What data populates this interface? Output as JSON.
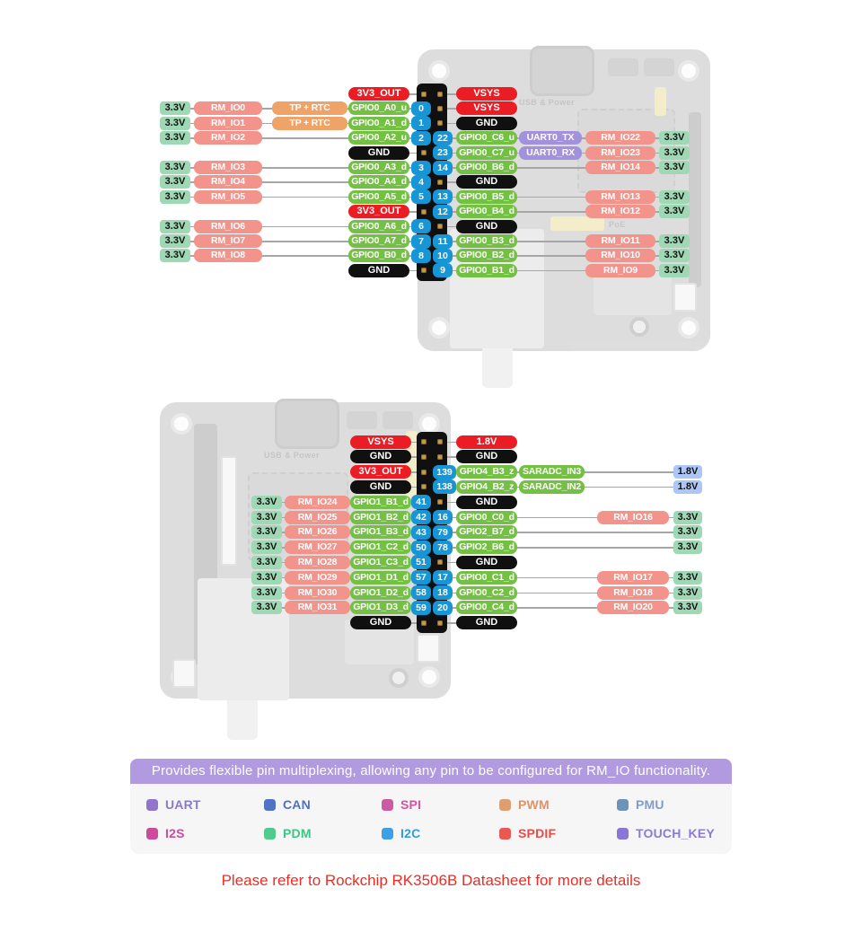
{
  "banner": {
    "text": "Provides flexible pin multiplexing, allowing any pin to be configured for RM_IO functionality.",
    "bg": "#b29ae0"
  },
  "footer": {
    "text": "Please refer to Rockchip RK3506B Datasheet for more details",
    "color": "#ed2d24"
  },
  "board_labels": {
    "usb_power": "USB & Power",
    "poe": "PoE"
  },
  "palette": {
    "v33": {
      "bg": "#9fd8b4",
      "fg": "#111111"
    },
    "v18": {
      "bg": "#adc6f6",
      "fg": "#111111"
    },
    "rmio": {
      "bg": "#f2948b",
      "fg": "#ffffff"
    },
    "gpio": {
      "bg": "#74c044",
      "fg": "#ffffff"
    },
    "pwr": {
      "bg": "#ec1c24",
      "fg": "#ffffff"
    },
    "gnd": {
      "bg": "#101010",
      "fg": "#ffffff"
    },
    "uart": {
      "bg": "#a292dc",
      "fg": "#ffffff"
    },
    "tprtc": {
      "bg": "#f0a368",
      "fg": "#ffffff"
    },
    "adc": {
      "bg": "#74c044",
      "fg": "#ffffff"
    },
    "badge": {
      "bg": "#1895d5",
      "fg": "#ffffff"
    },
    "line": "#a6a6a6"
  },
  "legend": {
    "items": [
      {
        "label": "UART",
        "color": "#8f76cc",
        "text": "#8b7ac8"
      },
      {
        "label": "CAN",
        "color": "#5273c5",
        "text": "#4f6fc6"
      },
      {
        "label": "SPI",
        "color": "#cd5ba3",
        "text": "#d1569e"
      },
      {
        "label": "PWM",
        "color": "#dd9f72",
        "text": "#dd9268"
      },
      {
        "label": "PMU",
        "color": "#6c93b9",
        "text": "#7f9cc9"
      },
      {
        "label": "I2S",
        "color": "#cc4b9b",
        "text": "#ce4b9c"
      },
      {
        "label": "PDM",
        "color": "#4fcb8d",
        "text": "#3ec586"
      },
      {
        "label": "I2C",
        "color": "#3d9fe8",
        "text": "#2d9ce5"
      },
      {
        "label": "SPDIF",
        "color": "#ea5852",
        "text": "#e94b48"
      },
      {
        "label": "TOUCH_KEY",
        "color": "#8a76d8",
        "text": "#8d7ad6"
      }
    ]
  },
  "diagrams": {
    "top": [
      {
        "l": {
          "slot": [
            "pwr",
            "3V3_OUT"
          ]
        },
        "lp": "",
        "rp": "",
        "r": {
          "slot": [
            "pwr",
            "VSYS"
          ]
        }
      },
      {
        "l": {
          "volt": [
            "v33",
            "3.3V"
          ],
          "rmio": [
            "rmio",
            "RM_IO0"
          ],
          "func": [
            "tprtc",
            "TP + RTC"
          ],
          "slot": [
            "gpio",
            "GPIO0_A0_u"
          ]
        },
        "lp": "0",
        "rp": "",
        "r": {
          "slot": [
            "pwr",
            "VSYS"
          ]
        }
      },
      {
        "l": {
          "volt": [
            "v33",
            "3.3V"
          ],
          "rmio": [
            "rmio",
            "RM_IO1"
          ],
          "func": [
            "tprtc",
            "TP + RTC"
          ],
          "slot": [
            "gpio",
            "GPIO0_A1_d"
          ]
        },
        "lp": "1",
        "rp": "",
        "r": {
          "slot": [
            "gnd",
            "GND"
          ]
        }
      },
      {
        "l": {
          "volt": [
            "v33",
            "3.3V"
          ],
          "rmio": [
            "rmio",
            "RM_IO2"
          ],
          "slot": [
            "gpio",
            "GPIO0_A2_u"
          ]
        },
        "lp": "2",
        "rp": "22",
        "r": {
          "slot": [
            "gpio",
            "GPIO0_C6_u"
          ],
          "func": [
            "uart",
            "UART0_TX"
          ],
          "rmio": [
            "rmio",
            "RM_IO22"
          ],
          "volt": [
            "v33",
            "3.3V"
          ]
        }
      },
      {
        "l": {
          "slot": [
            "gnd",
            "GND"
          ]
        },
        "lp": "",
        "rp": "23",
        "r": {
          "slot": [
            "gpio",
            "GPIO0_C7_u"
          ],
          "func": [
            "uart",
            "UART0_RX"
          ],
          "rmio": [
            "rmio",
            "RM_IO23"
          ],
          "volt": [
            "v33",
            "3.3V"
          ]
        }
      },
      {
        "l": {
          "volt": [
            "v33",
            "3.3V"
          ],
          "rmio": [
            "rmio",
            "RM_IO3"
          ],
          "slot": [
            "gpio",
            "GPIO0_A3_d"
          ]
        },
        "lp": "3",
        "rp": "14",
        "r": {
          "slot": [
            "gpio",
            "GPIO0_B6_d"
          ],
          "rmio": [
            "rmio",
            "RM_IO14"
          ],
          "volt": [
            "v33",
            "3.3V"
          ]
        }
      },
      {
        "l": {
          "volt": [
            "v33",
            "3.3V"
          ],
          "rmio": [
            "rmio",
            "RM_IO4"
          ],
          "slot": [
            "gpio",
            "GPIO0_A4_d"
          ]
        },
        "lp": "4",
        "rp": "",
        "r": {
          "slot": [
            "gnd",
            "GND"
          ]
        }
      },
      {
        "l": {
          "volt": [
            "v33",
            "3.3V"
          ],
          "rmio": [
            "rmio",
            "RM_IO5"
          ],
          "slot": [
            "gpio",
            "GPIO0_A5_d"
          ]
        },
        "lp": "5",
        "rp": "13",
        "r": {
          "slot": [
            "gpio",
            "GPIO0_B5_d"
          ],
          "rmio": [
            "rmio",
            "RM_IO13"
          ],
          "volt": [
            "v33",
            "3.3V"
          ]
        }
      },
      {
        "l": {
          "slot": [
            "pwr",
            "3V3_OUT"
          ]
        },
        "lp": "",
        "rp": "12",
        "r": {
          "slot": [
            "gpio",
            "GPIO0_B4_d"
          ],
          "rmio": [
            "rmio",
            "RM_IO12"
          ],
          "volt": [
            "v33",
            "3.3V"
          ]
        }
      },
      {
        "l": {
          "volt": [
            "v33",
            "3.3V"
          ],
          "rmio": [
            "rmio",
            "RM_IO6"
          ],
          "slot": [
            "gpio",
            "GPIO0_A6_d"
          ]
        },
        "lp": "6",
        "rp": "",
        "r": {
          "slot": [
            "gnd",
            "GND"
          ]
        }
      },
      {
        "l": {
          "volt": [
            "v33",
            "3.3V"
          ],
          "rmio": [
            "rmio",
            "RM_IO7"
          ],
          "slot": [
            "gpio",
            "GPIO0_A7_d"
          ]
        },
        "lp": "7",
        "rp": "11",
        "r": {
          "slot": [
            "gpio",
            "GPIO0_B3_d"
          ],
          "rmio": [
            "rmio",
            "RM_IO11"
          ],
          "volt": [
            "v33",
            "3.3V"
          ]
        }
      },
      {
        "l": {
          "volt": [
            "v33",
            "3.3V"
          ],
          "rmio": [
            "rmio",
            "RM_IO8"
          ],
          "slot": [
            "gpio",
            "GPIO0_B0_d"
          ]
        },
        "lp": "8",
        "rp": "10",
        "r": {
          "slot": [
            "gpio",
            "GPIO0_B2_d"
          ],
          "rmio": [
            "rmio",
            "RM_IO10"
          ],
          "volt": [
            "v33",
            "3.3V"
          ]
        }
      },
      {
        "l": {
          "slot": [
            "gnd",
            "GND"
          ]
        },
        "lp": "",
        "rp": "9",
        "r": {
          "slot": [
            "gpio",
            "GPIO0_B1_d"
          ],
          "rmio": [
            "rmio",
            "RM_IO9"
          ],
          "volt": [
            "v33",
            "3.3V"
          ]
        }
      }
    ],
    "bottom": [
      {
        "l": {
          "slot": [
            "pwr",
            "VSYS"
          ]
        },
        "lp": "",
        "rp": "",
        "r": {
          "slot": [
            "pwr",
            "1.8V"
          ]
        }
      },
      {
        "l": {
          "slot": [
            "gnd",
            "GND"
          ]
        },
        "lp": "",
        "rp": "",
        "r": {
          "slot": [
            "gnd",
            "GND"
          ]
        }
      },
      {
        "l": {
          "slot": [
            "pwr",
            "3V3_OUT"
          ]
        },
        "lp": "",
        "rp": "139",
        "r": {
          "slot": [
            "gpio",
            "GPIO4_B3_z"
          ],
          "func": [
            "adc",
            "SARADC_IN3"
          ],
          "volt": [
            "v18",
            "1.8V"
          ]
        }
      },
      {
        "l": {
          "slot": [
            "gnd",
            "GND"
          ]
        },
        "lp": "",
        "rp": "138",
        "r": {
          "slot": [
            "gpio",
            "GPIO4_B2_z"
          ],
          "func": [
            "adc",
            "SARADC_IN2"
          ],
          "volt": [
            "v18",
            "1.8V"
          ]
        }
      },
      {
        "l": {
          "volt": [
            "v33",
            "3.3V"
          ],
          "rmio": [
            "rmio",
            "RM_IO24"
          ],
          "slot": [
            "gpio",
            "GPIO1_B1_d"
          ]
        },
        "lp": "41",
        "rp": "",
        "r": {
          "slot": [
            "gnd",
            "GND"
          ]
        }
      },
      {
        "l": {
          "volt": [
            "v33",
            "3.3V"
          ],
          "rmio": [
            "rmio",
            "RM_IO25"
          ],
          "slot": [
            "gpio",
            "GPIO1_B2_d"
          ]
        },
        "lp": "42",
        "rp": "16",
        "r": {
          "slot": [
            "gpio",
            "GPIO0_C0_d"
          ],
          "rmio": [
            "rmio",
            "RM_IO16"
          ],
          "volt": [
            "v33",
            "3.3V"
          ]
        }
      },
      {
        "l": {
          "volt": [
            "v33",
            "3.3V"
          ],
          "rmio": [
            "rmio",
            "RM_IO26"
          ],
          "slot": [
            "gpio",
            "GPIO1_B3_d"
          ]
        },
        "lp": "43",
        "rp": "79",
        "r": {
          "slot": [
            "gpio",
            "GPIO2_B7_d"
          ],
          "volt": [
            "v33",
            "3.3V"
          ]
        }
      },
      {
        "l": {
          "volt": [
            "v33",
            "3.3V"
          ],
          "rmio": [
            "rmio",
            "RM_IO27"
          ],
          "slot": [
            "gpio",
            "GPIO1_C2_d"
          ]
        },
        "lp": "50",
        "rp": "78",
        "r": {
          "slot": [
            "gpio",
            "GPIO2_B6_d"
          ],
          "volt": [
            "v33",
            "3.3V"
          ]
        }
      },
      {
        "l": {
          "volt": [
            "v33",
            "3.3V"
          ],
          "rmio": [
            "rmio",
            "RM_IO28"
          ],
          "slot": [
            "gpio",
            "GPIO1_C3_d"
          ]
        },
        "lp": "51",
        "rp": "",
        "r": {
          "slot": [
            "gnd",
            "GND"
          ]
        }
      },
      {
        "l": {
          "volt": [
            "v33",
            "3.3V"
          ],
          "rmio": [
            "rmio",
            "RM_IO29"
          ],
          "slot": [
            "gpio",
            "GPIO1_D1_d"
          ]
        },
        "lp": "57",
        "rp": "17",
        "r": {
          "slot": [
            "gpio",
            "GPIO0_C1_d"
          ],
          "rmio": [
            "rmio",
            "RM_IO17"
          ],
          "volt": [
            "v33",
            "3.3V"
          ]
        }
      },
      {
        "l": {
          "volt": [
            "v33",
            "3.3V"
          ],
          "rmio": [
            "rmio",
            "RM_IO30"
          ],
          "slot": [
            "gpio",
            "GPIO1_D2_d"
          ]
        },
        "lp": "58",
        "rp": "18",
        "r": {
          "slot": [
            "gpio",
            "GPIO0_C2_d"
          ],
          "rmio": [
            "rmio",
            "RM_IO18"
          ],
          "volt": [
            "v33",
            "3.3V"
          ]
        }
      },
      {
        "l": {
          "volt": [
            "v33",
            "3.3V"
          ],
          "rmio": [
            "rmio",
            "RM_IO31"
          ],
          "slot": [
            "gpio",
            "GPIO1_D3_d"
          ]
        },
        "lp": "59",
        "rp": "20",
        "r": {
          "slot": [
            "gpio",
            "GPIO0_C4_d"
          ],
          "rmio": [
            "rmio",
            "RM_IO20"
          ],
          "volt": [
            "v33",
            "3.3V"
          ]
        }
      },
      {
        "l": {
          "slot": [
            "gnd",
            "GND"
          ]
        },
        "lp": "",
        "rp": "",
        "r": {
          "slot": [
            "gnd",
            "GND"
          ]
        }
      }
    ]
  }
}
